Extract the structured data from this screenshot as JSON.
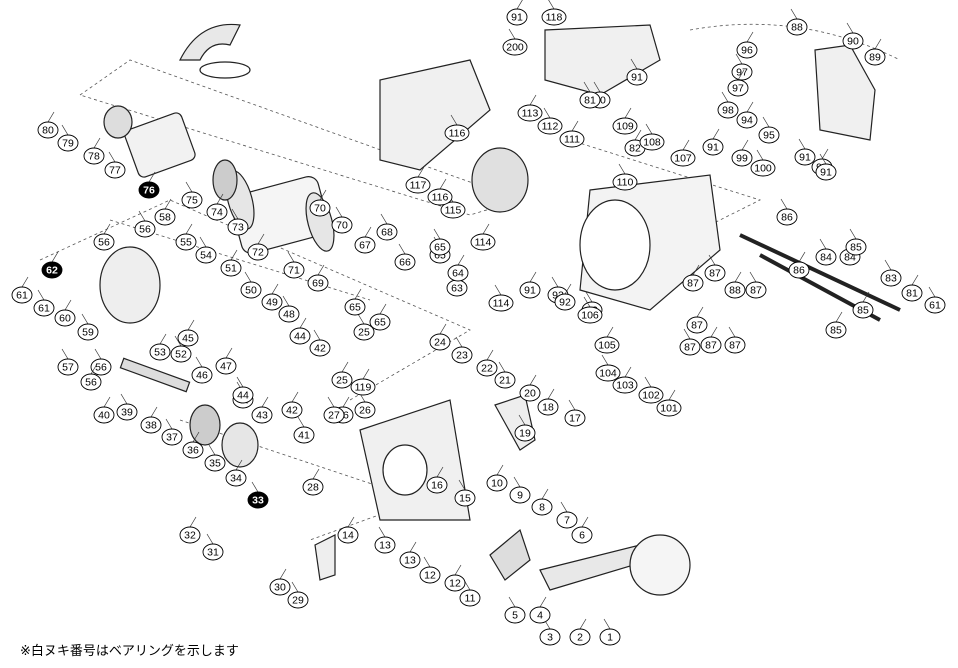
{
  "diagram": {
    "parts": [
      "1",
      "2",
      "3",
      "4",
      "5",
      "6",
      "7",
      "8",
      "9",
      "10",
      "11",
      "12",
      "12",
      "13",
      "13",
      "14",
      "15",
      "16",
      "17",
      "18",
      "19",
      "20",
      "21",
      "22",
      "23",
      "24",
      "25",
      "25",
      "26",
      "26",
      "27",
      "28",
      "29",
      "30",
      "31",
      "32",
      "33",
      "34",
      "35",
      "36",
      "37",
      "38",
      "39",
      "40",
      "41",
      "42",
      "42",
      "43",
      "44",
      "44",
      "44",
      "45",
      "46",
      "47",
      "48",
      "49",
      "50",
      "51",
      "52",
      "53",
      "54",
      "55",
      "56",
      "56",
      "56",
      "56",
      "57",
      "58",
      "59",
      "60",
      "61",
      "61",
      "61",
      "62",
      "63",
      "64",
      "65",
      "65",
      "65",
      "65",
      "66",
      "67",
      "68",
      "69",
      "70",
      "70",
      "71",
      "72",
      "73",
      "74",
      "75",
      "76",
      "77",
      "78",
      "79",
      "80",
      "80",
      "81",
      "81",
      "82",
      "83",
      "84",
      "84",
      "85",
      "85",
      "85",
      "86",
      "86",
      "87",
      "87",
      "87",
      "87",
      "87",
      "87",
      "87",
      "88",
      "88",
      "89",
      "90",
      "90",
      "91",
      "91",
      "91",
      "91",
      "91",
      "91",
      "92",
      "92",
      "93",
      "94",
      "95",
      "96",
      "97",
      "97",
      "98",
      "99",
      "100",
      "101",
      "102",
      "103",
      "104",
      "105",
      "106",
      "107",
      "108",
      "109",
      "110",
      "111",
      "112",
      "113",
      "114",
      "114",
      "115",
      "116",
      "116",
      "117",
      "118",
      "119",
      "200"
    ],
    "highlighted": [
      "33",
      "62",
      "76"
    ],
    "note": "※白ヌキ番号はベアリングを示します"
  }
}
